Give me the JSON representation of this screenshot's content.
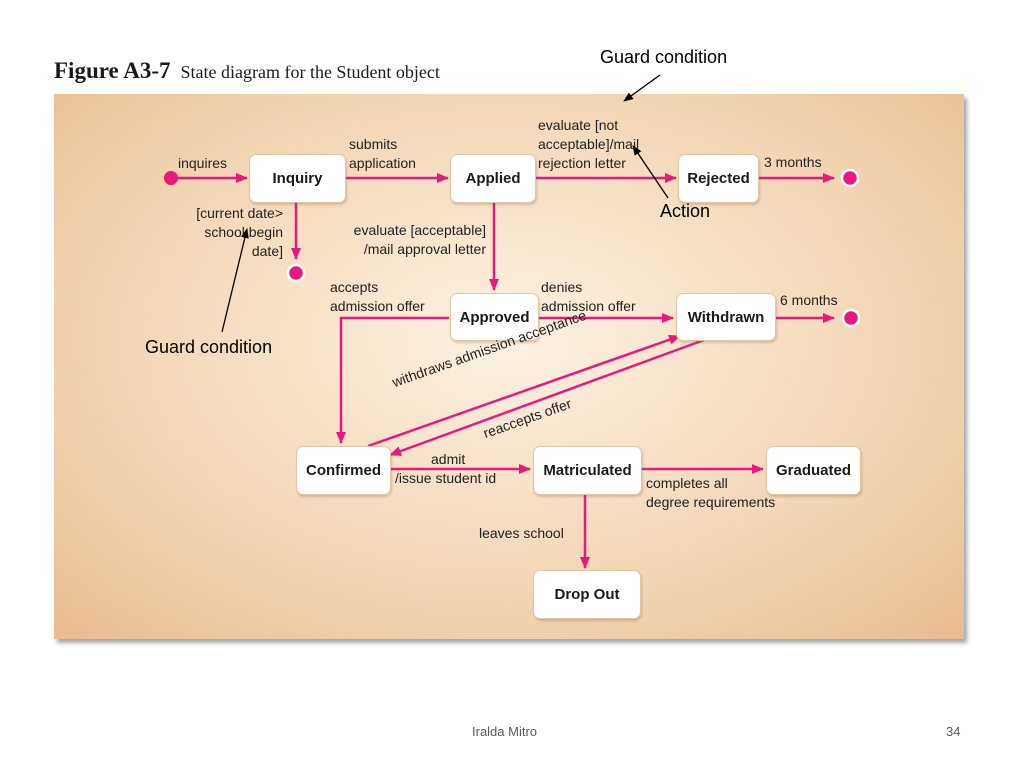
{
  "figure": {
    "number": "Figure A3-7",
    "caption": "State diagram for the Student object"
  },
  "states": {
    "inquiry": "Inquiry",
    "applied": "Applied",
    "rejected": "Rejected",
    "approved": "Approved",
    "withdrawn": "Withdrawn",
    "confirmed": "Confirmed",
    "matriculated": "Matriculated",
    "graduated": "Graduated",
    "drop_out": "Drop Out"
  },
  "transitions": {
    "inquires": "inquires",
    "submits_1": "submits",
    "submits_2": "application",
    "eval_not_1": "evaluate [not",
    "eval_not_2": "acceptable]/mail",
    "eval_not_3": "rejection letter",
    "three_months": "3 months",
    "guard_inquiry_1": "[current date>",
    "guard_inquiry_2": "school begin",
    "guard_inquiry_3": "date]",
    "eval_ok_1": "evaluate [acceptable]",
    "eval_ok_2": "/mail approval letter",
    "accepts_1": "accepts",
    "accepts_2": "admission offer",
    "denies_1": "denies",
    "denies_2": "admission offer",
    "six_months": "6 months",
    "withdraws": "withdraws admission acceptance",
    "reaccepts": "reaccepts offer",
    "admit_1": "admit",
    "admit_2": "/issue student id",
    "completes_1": "completes all",
    "completes_2": "degree requirements",
    "leaves": "leaves school"
  },
  "annotations": {
    "guard_top": "Guard condition",
    "action": "Action",
    "guard_left": "Guard condition"
  },
  "footer": {
    "author": "Iralda Mitro",
    "page": "34"
  },
  "colors": {
    "transition": "#e8197d",
    "panel": "#f3d7b5",
    "state_fill": "#ffffff"
  }
}
